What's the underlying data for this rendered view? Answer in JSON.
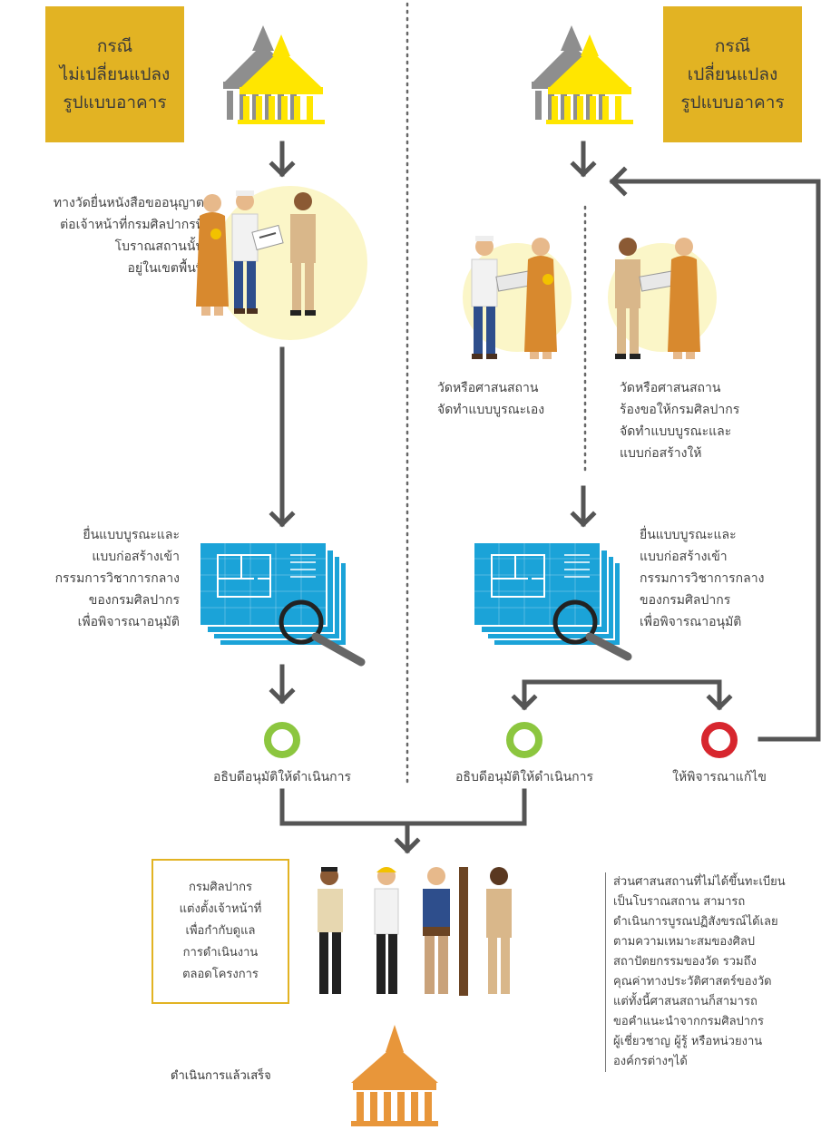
{
  "case_left": {
    "label": "กรณี\nไม่เปลี่ยนแปลง\nรูปแบบอาคาร"
  },
  "case_right": {
    "label": "กรณี\nเปลี่ยนแปลง\nรูปแบบอาคาร"
  },
  "left_flow": {
    "step1": "ทางวัดยื่นหนังสือขออนุญาต\nต่อเจ้าหน้าที่กรมศิลปากรที่\nโบราณสถานนั้น\nอยู่ในเขตพื้นที่",
    "step2": "ยื่นแบบบูรณะและ\nแบบก่อสร้างเข้า\nกรรมการวิชาการกลาง\nของกรมศิลปากร\nเพื่อพิจารณาอนุมัติ",
    "result": "อธิบดีอนุมัติให้ดำเนินการ"
  },
  "right_flow": {
    "option_a": "วัดหรือศาสนสถาน\nจัดทำแบบบูรณะเอง",
    "option_b": "วัดหรือศาสนสถาน\nร้องขอให้กรมศิลปากร\nจัดทำแบบบูรณะและ\nแบบก่อสร้างให้",
    "step2": "ยื่นแบบบูรณะและ\nแบบก่อสร้างเข้า\nกรรมการวิชาการกลาง\nของกรมศิลปากร\nเพื่อพิจารณาอนุมัติ",
    "result_approve": "อธิบดีอนุมัติให้ดำเนินการ",
    "result_revise": "ให้พิจารณาแก้ไข"
  },
  "bottom": {
    "supervision_note": "กรมศิลปากร\nแต่งตั้งเจ้าหน้าที่\nเพื่อกำกับดูแล\nการดำเนินงาน\nตลอดโครงการ",
    "side_note": "ส่วนศาสนสถานที่ไม่ได้ขึ้นทะเบียน\nเป็นโบราณสถาน สามารถ\nดำเนินการบูรณปฏิสังขรณ์ได้เลย\nตามความเหมาะสมของศิลป\nสถาปัตยกรรมของวัด รวมถึง\nคุณค่าทางประวัติศาสตร์ของวัด\nแต่ทั้งนี้ศาสนสถานก็สามารถ\nขอคำแนะนำจากกรมศิลปากร\nผู้เชี่ยวชาญ ผู้รู้ หรือหน่วยงาน\nองค์กรต่างๆได้",
    "completed": "ดำเนินการแล้วเสร็จ"
  },
  "colors": {
    "gold": "#E2B323",
    "yellow": "#FFE600",
    "gray": "#8E8E8E",
    "arrow": "#555555",
    "approve_ring": "#8CC63F",
    "revise_ring": "#D7262E",
    "blueprint": "#1BA3D8",
    "temple_orange": "#E8963A",
    "robe": "#D8892E",
    "pale_yellow": "#FBF6C8"
  },
  "icons": [
    "temple-icon",
    "blueprint-magnifier-icon",
    "approve-circle-icon",
    "revise-circle-icon",
    "arrow-down-icon"
  ]
}
